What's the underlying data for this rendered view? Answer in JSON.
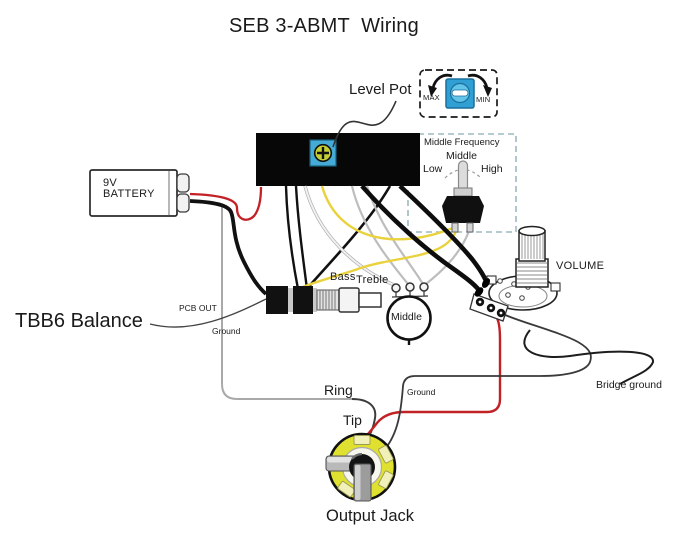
{
  "title": "SEB 3-ABMT  Wiring",
  "level_pot": {
    "label": "Level Pot"
  },
  "trim_adjust_box": {
    "max_label": "MAX",
    "min_label": "MIN"
  },
  "middle_frequency_box": {
    "title": "Middle Frequency",
    "position_middle": "Middle",
    "position_low": "Low",
    "position_high": "High"
  },
  "battery": {
    "line1": "9V",
    "line2": "BATTERY"
  },
  "balance_pot": {
    "label": "TBB6 Balance",
    "pcb_out_label": "PCB OUT",
    "ground_label": "Ground"
  },
  "tone_pots": {
    "bass": "Bass",
    "treble": "Treble",
    "middle": "Middle"
  },
  "volume_pot": {
    "label": "VOLUME"
  },
  "output_jack": {
    "ring_label": "Ring",
    "tip_label": "Tip",
    "ground_label": "Ground",
    "bridge_ground_label": "Bridge ground",
    "caption": "Output Jack"
  },
  "colors": {
    "wire_red": "#c22126",
    "wire_yellow": "#e9d23e",
    "wire_white": "#e8e8e8",
    "wire_gray": "#bdbdbd",
    "wire_black": "#111111",
    "pcb_black": "#070707",
    "trimmer_blue": "#3fa7d6",
    "jack_yellow": "#dfe02f",
    "dashed_box_teal": "#9db9c2"
  }
}
